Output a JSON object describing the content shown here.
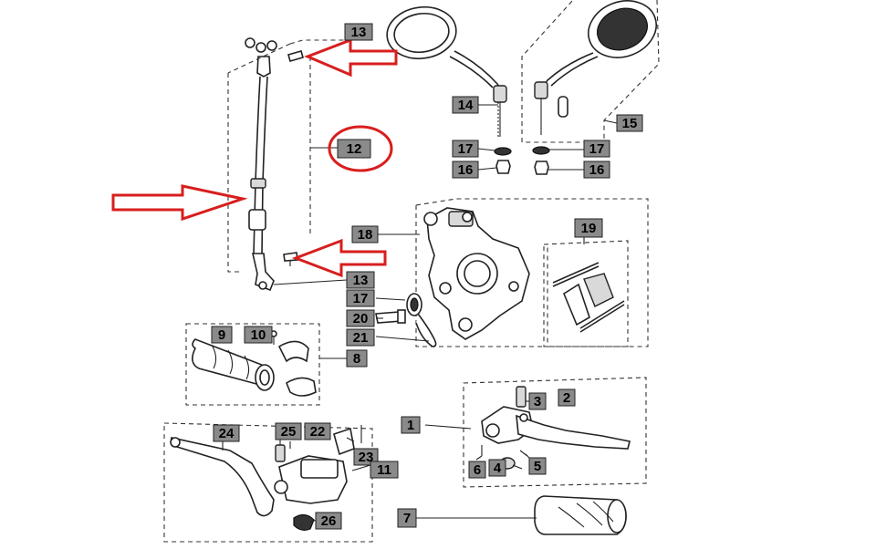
{
  "diagram": {
    "callouts": {
      "c13a": "13",
      "c14": "14",
      "c15": "15",
      "c17a": "17",
      "c17b": "17",
      "c16a": "16",
      "c16b": "16",
      "c12": "12",
      "c18": "18",
      "c19": "19",
      "c13b": "13",
      "c17c": "17",
      "c20": "20",
      "c21": "21",
      "c9": "9",
      "c10": "10",
      "c8": "8",
      "c3": "3",
      "c2": "2",
      "c1": "1",
      "c6": "6",
      "c4": "4",
      "c5": "5",
      "c24": "24",
      "c25": "25",
      "c22": "22",
      "c23": "23",
      "c11": "11",
      "c26": "26",
      "c7": "7"
    },
    "highlight_color": "#d81e1e"
  }
}
